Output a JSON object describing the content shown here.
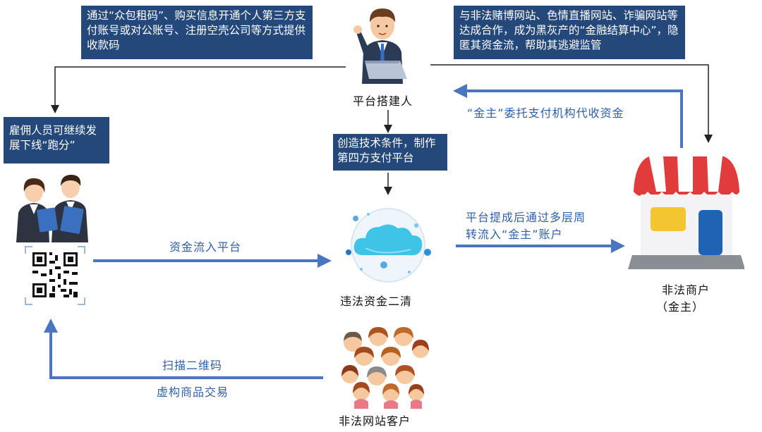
{
  "boxes": {
    "top_left": "通过“众包租码”、购买信息开通个人第三方支付账号或对公账号、注册空壳公司等方式提供收款码",
    "top_right": "与非法赌博网站、色情直播网站、诈骗网站等达成合作，成为黑灰产的“金融结算中心”，隐匿其资金流，帮助其逃避监管",
    "left": "雇佣人员可继续发展下线“跑分”",
    "center": "创造技术条件，制作第四方支付平台"
  },
  "nodes": {
    "builder": "平台搭建人",
    "platform": "违法资金二清",
    "merchant_line1": "非法商户",
    "merchant_line2": "（金主）",
    "customers": "非法网站客户"
  },
  "edges": {
    "entrust": "“金主”委托支付机构代收资金",
    "inflow": "资金流入平台",
    "transfer_line1": "平台提成后通过多层周",
    "transfer_line2": "转流入“金主”账户",
    "scan": "扫描二维码",
    "fake_trade": "虚构商品交易"
  },
  "colors": {
    "box_bg": "#24487a",
    "arrow_blue": "#4a76c0",
    "label_blue": "#2f5fa8"
  },
  "icons": [
    "businessman-icon",
    "employees-icon",
    "qr-code-icon",
    "cloud-platform-icon",
    "storefront-icon",
    "crowd-icon"
  ]
}
